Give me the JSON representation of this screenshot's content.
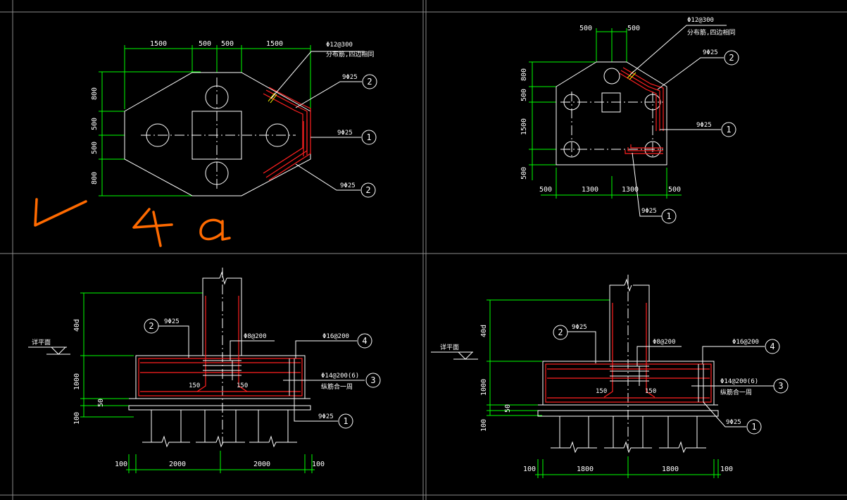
{
  "plan1": {
    "dims_top": [
      "1500",
      "500",
      "500",
      "1500"
    ],
    "dims_left": [
      "800",
      "500",
      "500",
      "800"
    ],
    "note_rebar": "Φ12@300",
    "note_text": "分布筋,四边相同",
    "lbl_top": "9Φ25",
    "lbl_mid": "9Φ25",
    "lbl_bot": "9Φ25",
    "mark_top": "2",
    "mark_mid": "1",
    "mark_bot": "2",
    "handwriting": "V 4a"
  },
  "plan2": {
    "dims_top": [
      "500",
      "500"
    ],
    "dims_left": [
      "800",
      "500",
      "1500",
      "500"
    ],
    "dims_bottom": [
      "500",
      "1300",
      "1300",
      "500"
    ],
    "note_rebar": "Φ12@300",
    "note_text": "分布筋,四边相同",
    "lbl_top": "9Φ25",
    "lbl_mid": "9Φ25",
    "lbl_bot": "9Φ25",
    "mark_top": "2",
    "mark_mid": "1",
    "mark_bot": "1"
  },
  "sec1": {
    "lbl_40d": "40d",
    "lbl_1000": "1000",
    "lbl_50": "50",
    "lbl_100": "100",
    "ground": "详平面",
    "bar2": "9Φ25",
    "stirrup": "Φ8@200",
    "bar4": "Φ16@200",
    "bar3": "Φ14@200(6)",
    "bar3_note": "纵筋合一周",
    "bar1": "9Φ25",
    "dim150a": "150",
    "dim150b": "150",
    "dims_bottom": [
      "100",
      "2000",
      "2000",
      "100"
    ],
    "mark2": "2",
    "mark4": "4",
    "mark3": "3",
    "mark1": "1"
  },
  "sec2": {
    "lbl_40d": "40d",
    "lbl_1000": "1000",
    "lbl_50": "50",
    "lbl_100": "100",
    "ground": "详平面",
    "bar2": "9Φ25",
    "stirrup": "Φ8@200",
    "bar4": "Φ16@200",
    "bar3": "Φ14@200(6)",
    "bar3_note": "纵筋合一周",
    "bar1": "9Φ25",
    "dim150a": "150",
    "dim150b": "150",
    "dims_bottom": [
      "100",
      "1800",
      "1800",
      "100"
    ],
    "mark2": "2",
    "mark4": "4",
    "mark3": "3",
    "mark1": "1"
  }
}
